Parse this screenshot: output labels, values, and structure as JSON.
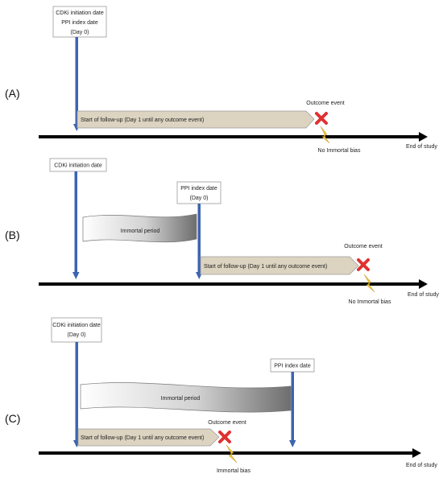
{
  "colors": {
    "timeline": "#000000",
    "marker": "#3c64b0",
    "followup_fill": "#dcd3c0",
    "outcome_mark": "#e03030",
    "bolt": "#f2c531"
  },
  "icons": {
    "outcome": "red-x-mark-icon",
    "bias": "lightning-bolt-icon"
  },
  "panel_a": {
    "label": "(A)",
    "box_line1": "CDKi initiation date",
    "box_line2": "PPI index date",
    "box_line3": "(Day 0)",
    "followup": "Start of follow-up (Day 1 until any outcome event)",
    "outcome": "Outcome event",
    "bias": "No Immortal bias",
    "end": "End of study"
  },
  "panel_b": {
    "label": "(B)",
    "cdki_box": "CDKi initiation date",
    "ppi_box_line1": "PPI index date",
    "ppi_box_line2": "(Day 0)",
    "immortal": "Immortal period",
    "followup": "Start of follow-up (Day 1 until any outcome event)",
    "outcome": "Outcome event",
    "bias": "No Immortal bias",
    "end": "End of study"
  },
  "panel_c": {
    "label": "(C)",
    "cdki_box_line1": "CDKi initiation date",
    "cdki_box_line2": "(Day 0)",
    "ppi_box": "PPI index date",
    "immortal": "Immortal period",
    "followup": "Start of follow-up (Day 1 until any outcome event)",
    "outcome": "Outcome event",
    "bias": "Immortal bias",
    "end": "End of study"
  }
}
